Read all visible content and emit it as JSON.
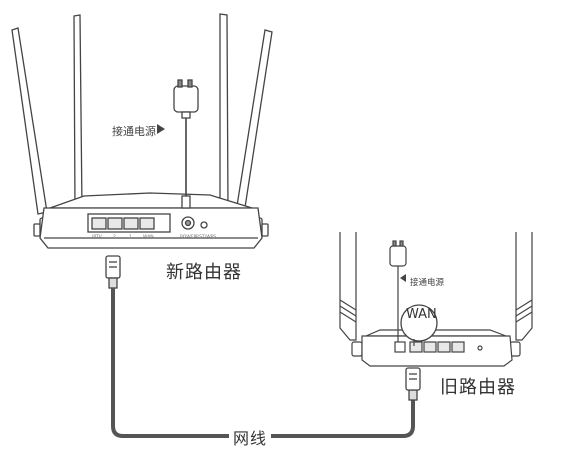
{
  "labels": {
    "new_router": "新路由器",
    "old_router": "旧路由器",
    "cable": "网线",
    "connect_power": "接通电源",
    "wan": "WAN"
  },
  "new_router_ports": {
    "iptv": "IPTV",
    "lan2": "2",
    "lan1": "1",
    "wan": "WAN",
    "power": "POWER",
    "reset": "RST/WPS"
  },
  "icons": {
    "arrow_right": "triangle-right-icon",
    "arrow_left": "triangle-left-icon",
    "adapter": "power-adapter-icon",
    "plug": "rj45-plug-icon"
  },
  "colors": {
    "stroke": "#444444",
    "cable": "#555555",
    "body_fill": "#ffffff",
    "port_fill": "#dddddd"
  }
}
